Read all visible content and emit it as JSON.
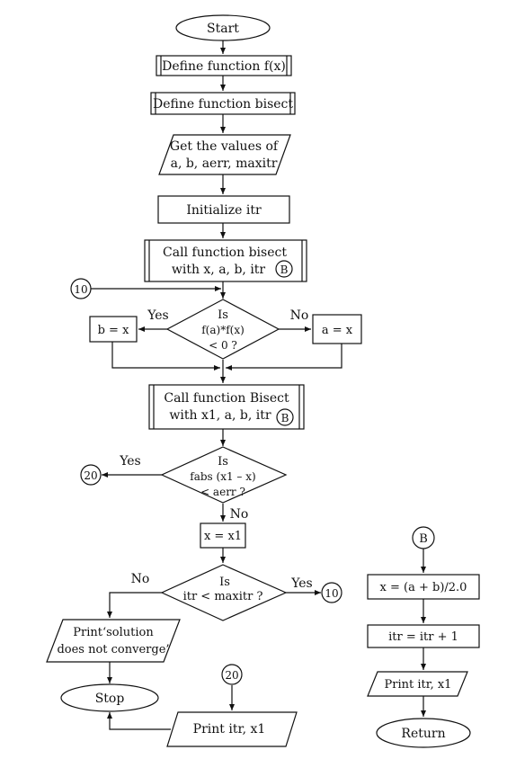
{
  "nodes": {
    "start": "Start",
    "define_fx": "Define function f(x)",
    "define_bisect": "Define function bisect",
    "get_values": [
      "Get the values of",
      "a, b, aerr, maxitr"
    ],
    "init_itr": "Initialize itr",
    "call_bisect_1": [
      "Call function bisect",
      "with x, a, b, itr"
    ],
    "decision_sign": [
      "Is",
      "f(a)*f(x)",
      "< 0 ?"
    ],
    "b_eq_x": "b = x",
    "a_eq_x": "a = x",
    "call_bisect_2": [
      "Call function Bisect",
      "with x1, a, b, itr"
    ],
    "decision_err": [
      "Is",
      "fabs (x1 – x)",
      "< aerr ?"
    ],
    "x_eq_x1": "x = x1",
    "decision_itr": [
      "Is",
      "itr < maxitr ?"
    ],
    "print_not_converge": [
      "Print‘solution",
      "does not converge’"
    ],
    "stop": "Stop",
    "print_itr_x1": "Print itr, x1",
    "sub_x_mid": "x = (a + b)/2.0",
    "sub_itr_inc": "itr = itr + 1",
    "sub_print": "Print itr, x1",
    "sub_return": "Return"
  },
  "connectors": {
    "b_ref_1": "B",
    "b_ref_2": "B",
    "b_entry": "B",
    "c10_in": "10",
    "c10_out": "10",
    "c20_out": "20",
    "c20_in": "20"
  },
  "edge_labels": {
    "sign_yes": "Yes",
    "sign_no": "No",
    "err_yes": "Yes",
    "err_no": "No",
    "itr_no": "No",
    "itr_yes": "Yes"
  }
}
